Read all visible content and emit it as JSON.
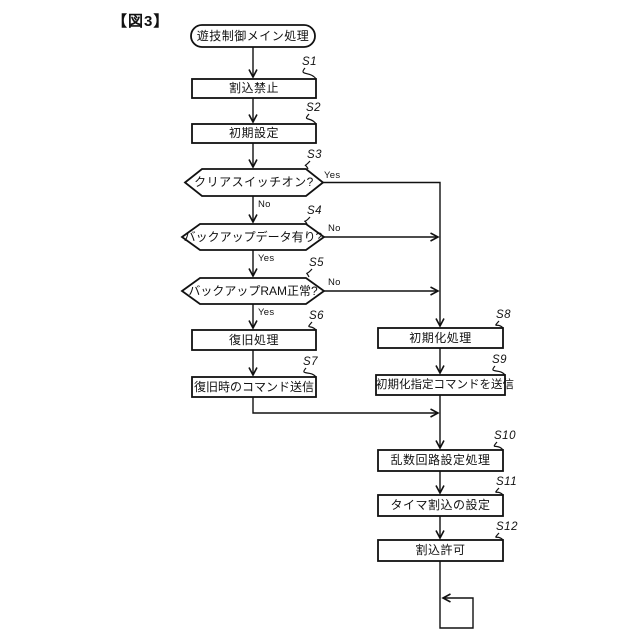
{
  "figure": {
    "label": "【図3】"
  },
  "flowchart": {
    "start": {
      "label": "遊技制御メイン処理"
    },
    "nodes": [
      {
        "id": "S1",
        "type": "process",
        "label": "割込禁止"
      },
      {
        "id": "S2",
        "type": "process",
        "label": "初期設定"
      },
      {
        "id": "S3",
        "type": "decision",
        "label": "クリアスイッチオン?"
      },
      {
        "id": "S4",
        "type": "decision",
        "label": "バックアップデータ有り?"
      },
      {
        "id": "S5",
        "type": "decision",
        "label": "バックアップRAM正常?"
      },
      {
        "id": "S6",
        "type": "process",
        "label": "復旧処理"
      },
      {
        "id": "S7",
        "type": "process",
        "label": "復旧時のコマンド送信"
      },
      {
        "id": "S8",
        "type": "process",
        "label": "初期化処理"
      },
      {
        "id": "S9",
        "type": "process",
        "label": "初期化指定コマンドを送信"
      },
      {
        "id": "S10",
        "type": "process",
        "label": "乱数回路設定処理"
      },
      {
        "id": "S11",
        "type": "process",
        "label": "タイマ割込の設定"
      },
      {
        "id": "S12",
        "type": "process",
        "label": "割込許可"
      }
    ],
    "branches": {
      "s3": {
        "yes": "Yes",
        "no": "No"
      },
      "s4": {
        "no": "No",
        "yes": "Yes"
      },
      "s5": {
        "no": "No",
        "yes": "Yes"
      }
    },
    "colors": {
      "stroke": "#111111",
      "background": "#ffffff"
    }
  }
}
